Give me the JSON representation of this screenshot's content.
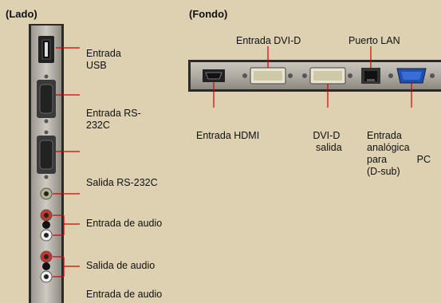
{
  "side_header": "(Lado)",
  "back_header": "(Fondo)",
  "side": {
    "usb_line1": "Entrada",
    "usb_line2": "USB",
    "rs232_in_line1": "Entrada RS-",
    "rs232_in_line2": "232C",
    "rs232_out": "Salida RS-232C",
    "audio_in": "Entrada de audio",
    "audio_out": "Salida de audio",
    "audio_in_bottom": "Entrada de audio"
  },
  "back": {
    "dvi_in": "Entrada DVI-D",
    "lan": "Puerto LAN",
    "hdmi_in": "Entrada HDMI",
    "dvi_out_line1": "DVI-D",
    "dvi_out_line2": "salida",
    "analog_line1": "Entrada",
    "analog_line2": "analógica",
    "analog_line3a": "para",
    "analog_line3b": "PC",
    "analog_line4": "(D-sub)"
  },
  "colors": {
    "background": "#ddd1b2",
    "leader_line": "#d40000",
    "panel": "#b8b4ab"
  }
}
